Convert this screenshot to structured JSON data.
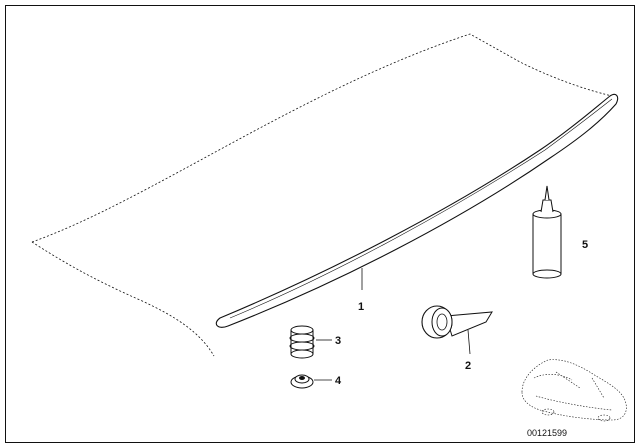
{
  "diagram": {
    "callouts": [
      {
        "id": "1",
        "label": "1"
      },
      {
        "id": "2",
        "label": "2"
      },
      {
        "id": "3",
        "label": "3"
      },
      {
        "id": "4",
        "label": "4"
      },
      {
        "id": "5",
        "label": "5"
      }
    ],
    "image_code": "00121599",
    "colors": {
      "line": "#111111",
      "background": "#ffffff"
    }
  }
}
